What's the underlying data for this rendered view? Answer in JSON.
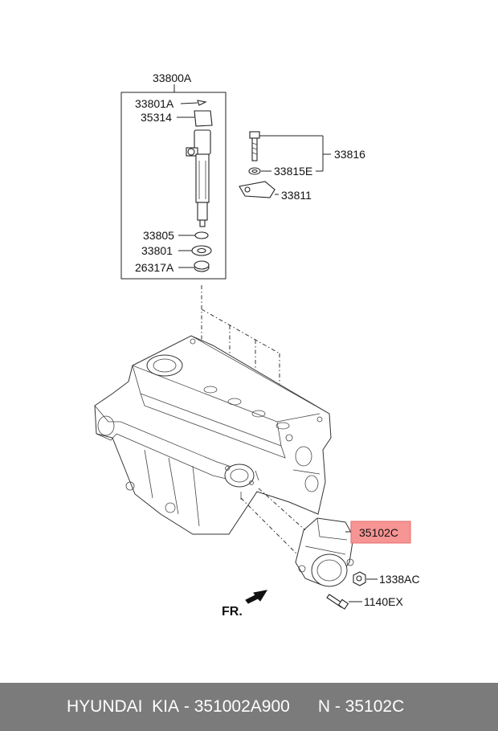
{
  "labels": {
    "p33800A": "33800A",
    "p33801A": "33801A",
    "p35314": "35314",
    "p33816": "33816",
    "p33815E": "33815E",
    "p33811": "33811",
    "p33805": "33805",
    "p33801": "33801",
    "p26317A": "26317A",
    "p35102C": "35102C",
    "p1338AC": "1338AC",
    "p1140EX": "1140EX",
    "fr": "FR."
  },
  "colors": {
    "highlight_fill": "#f79494",
    "highlight_border": "#e46a6a",
    "footer_bg": "#7b7b7b"
  },
  "footer": {
    "brand": "HYUNDAI  KIA",
    "sep1": " - ",
    "part_number": "351002A900",
    "gap": "      ",
    "n_prefix": "N - ",
    "n_value": "35102C"
  }
}
